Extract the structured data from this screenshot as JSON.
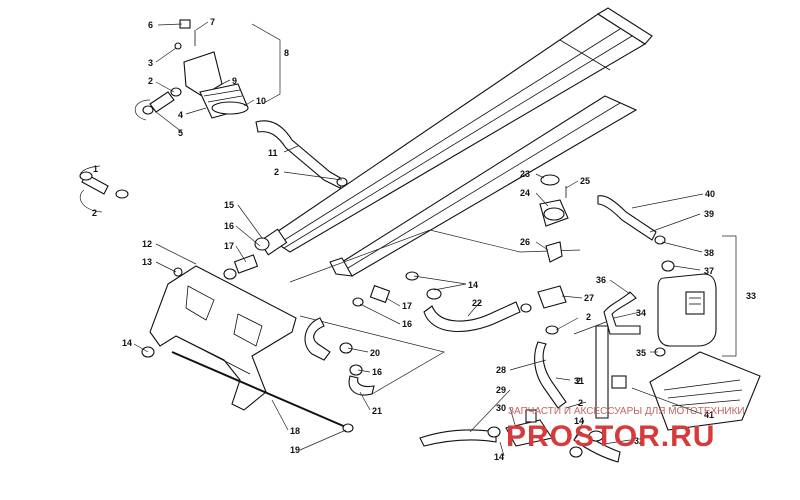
{
  "callouts": [
    {
      "id": "c1",
      "text": "1"
    },
    {
      "id": "c2a",
      "text": "2"
    },
    {
      "id": "c2b",
      "text": "2"
    },
    {
      "id": "c2c",
      "text": "2"
    },
    {
      "id": "c2d",
      "text": "2"
    },
    {
      "id": "c2e",
      "text": "2"
    },
    {
      "id": "c2f",
      "text": "2"
    },
    {
      "id": "c3",
      "text": "3"
    },
    {
      "id": "c4",
      "text": "4"
    },
    {
      "id": "c5",
      "text": "5"
    },
    {
      "id": "c6",
      "text": "6"
    },
    {
      "id": "c7",
      "text": "7"
    },
    {
      "id": "c8",
      "text": "8"
    },
    {
      "id": "c9",
      "text": "9"
    },
    {
      "id": "c10",
      "text": "10"
    },
    {
      "id": "c11",
      "text": "11"
    },
    {
      "id": "c12",
      "text": "12"
    },
    {
      "id": "c13",
      "text": "13"
    },
    {
      "id": "c14a",
      "text": "14"
    },
    {
      "id": "c14b",
      "text": "14"
    },
    {
      "id": "c14c",
      "text": "14"
    },
    {
      "id": "c14d",
      "text": "14"
    },
    {
      "id": "c15",
      "text": "15"
    },
    {
      "id": "c16a",
      "text": "16"
    },
    {
      "id": "c16b",
      "text": "16"
    },
    {
      "id": "c16c",
      "text": "16"
    },
    {
      "id": "c17a",
      "text": "17"
    },
    {
      "id": "c17b",
      "text": "17"
    },
    {
      "id": "c18",
      "text": "18"
    },
    {
      "id": "c19",
      "text": "19"
    },
    {
      "id": "c20",
      "text": "20"
    },
    {
      "id": "c21",
      "text": "21"
    },
    {
      "id": "c22",
      "text": "22"
    },
    {
      "id": "c23",
      "text": "23"
    },
    {
      "id": "c24",
      "text": "24"
    },
    {
      "id": "c25",
      "text": "25"
    },
    {
      "id": "c26",
      "text": "26"
    },
    {
      "id": "c27",
      "text": "27"
    },
    {
      "id": "c28",
      "text": "28"
    },
    {
      "id": "c29",
      "text": "29"
    },
    {
      "id": "c30",
      "text": "30"
    },
    {
      "id": "c31",
      "text": "31"
    },
    {
      "id": "c32",
      "text": "32"
    },
    {
      "id": "c33",
      "text": "33"
    },
    {
      "id": "c34",
      "text": "34"
    },
    {
      "id": "c35",
      "text": "35"
    },
    {
      "id": "c36",
      "text": "36"
    },
    {
      "id": "c37",
      "text": "37"
    },
    {
      "id": "c38",
      "text": "38"
    },
    {
      "id": "c39",
      "text": "39"
    },
    {
      "id": "c40",
      "text": "40"
    },
    {
      "id": "c41",
      "text": "41"
    }
  ],
  "watermark": {
    "tagline": "ЗАПЧАСТИ И АКСЕССУАРЫ ДЛЯ МОТОТЕХНИКИ",
    "brand": "PROSTOR.RU"
  }
}
